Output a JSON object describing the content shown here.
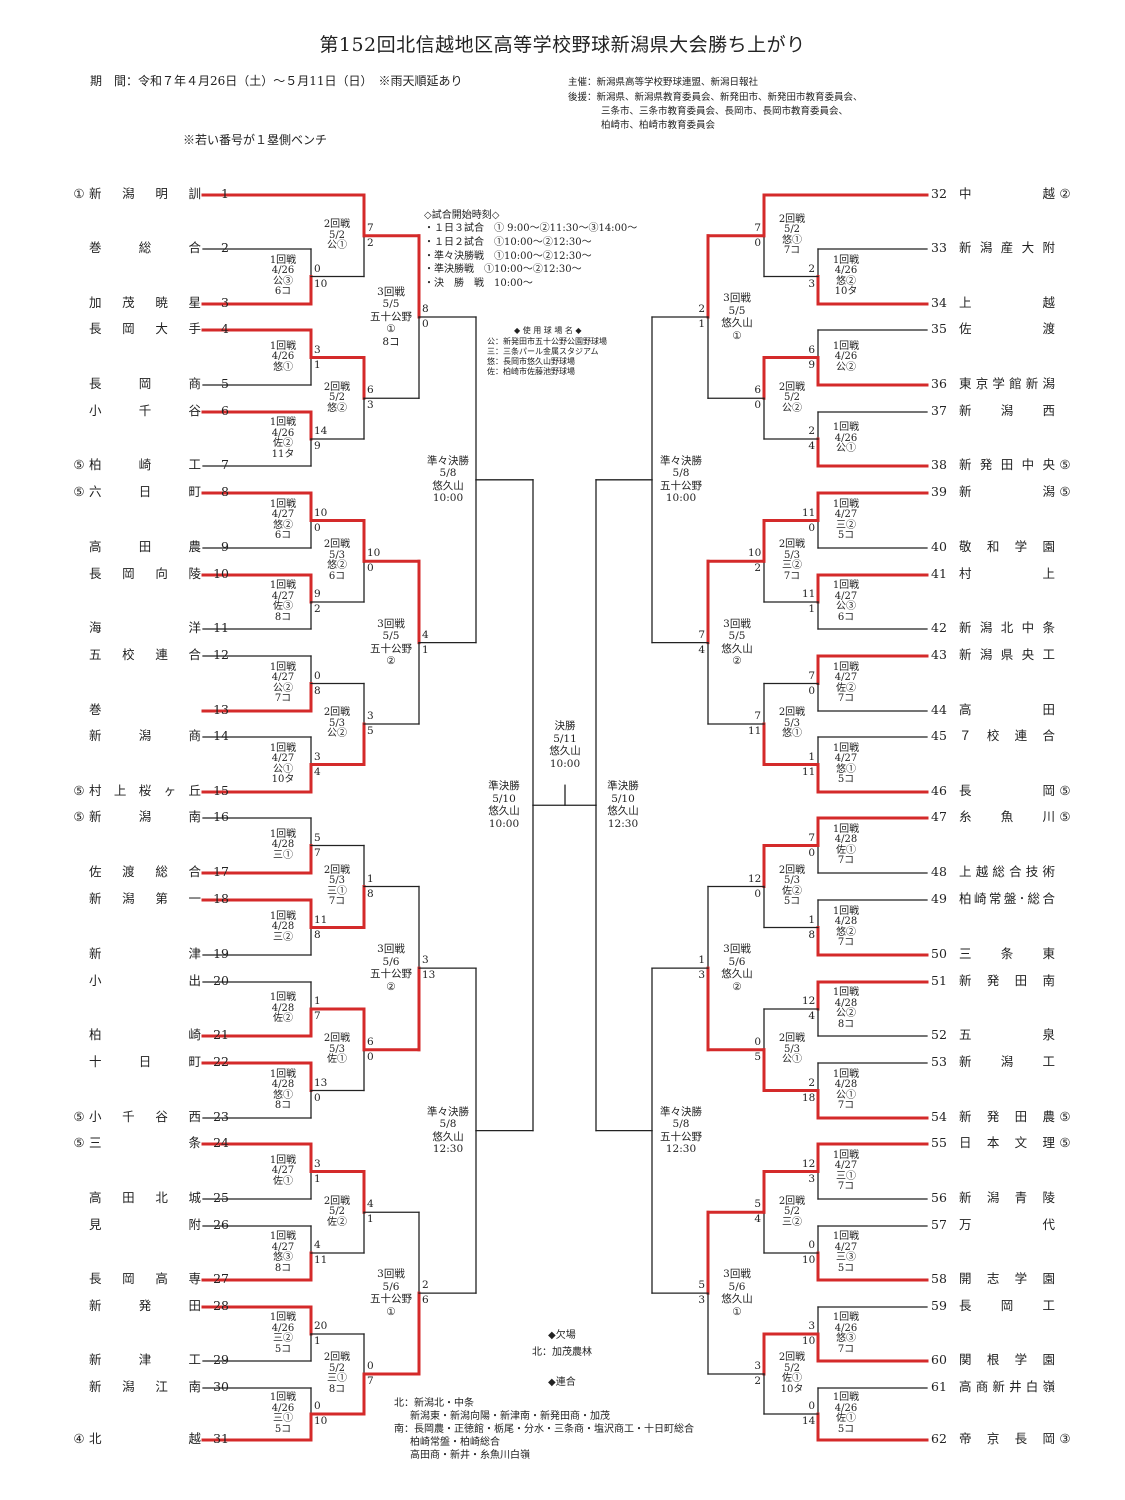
{
  "title": "第152回北信越地区高等学校野球新潟県大会勝ち上がり",
  "period": "期　間：令和７年４月26日（土）～５月11日（日）　※雨天順延あり",
  "organizers": {
    "sponsor": "主催：新潟県高等学校野球連盟、新潟日報社",
    "support1": "後援：新潟県、新潟県教育委員会、新発田市、新発田市教育委員会、",
    "support2": "三条市、三条市教育委員会、長岡市、長岡市教育委員会、",
    "support3": "柏崎市、柏崎市教育委員会"
  },
  "bench_note": "※若い番号が１塁側ベンチ",
  "start_times": {
    "title": "◇試合開始時刻◇",
    "l1": "・１日３試合　① 9:00～②11:30～③14:00～",
    "l2": "・１日２試合　①10:00～②12:30～",
    "l3": "・準々決勝戦　①10:00～②12:30～",
    "l4": "・準決勝戦　①10:00～②12:30～",
    "l5": "・決　勝　戦　10:00～"
  },
  "venues": {
    "title": "◆ 使 用 球 場 名 ◆",
    "v1": "公：新発田市五十公野公園野球場",
    "v2": "三：三条パール金属スタジアム",
    "v3": "悠：長岡市悠久山野球場",
    "v4": "佐：柏崎市佐藤池野球場"
  },
  "absent": {
    "title": "◆欠場",
    "text": "北：加茂農林"
  },
  "combined": {
    "title": "◆連合",
    "l1": "北：新潟北・中条",
    "l2": "新潟東・新潟向陽・新津南・新発田商・加茂",
    "l3": "南：長岡農・正徳館・栃尾・分水・三条商・塩沢商工・十日町総合",
    "l4": "柏崎常盤・柏崎総合",
    "l5": "高田商・新井・糸魚川白嶺"
  },
  "teams_left": [
    {
      "seed": "①",
      "name": "新潟明訓",
      "no": "1"
    },
    {
      "seed": "",
      "name": "巻総合",
      "no": "2"
    },
    {
      "seed": "",
      "name": "加茂暁星",
      "no": "3"
    },
    {
      "seed": "",
      "name": "長岡大手",
      "no": "4"
    },
    {
      "seed": "",
      "name": "長岡商",
      "no": "5"
    },
    {
      "seed": "",
      "name": "小千谷",
      "no": "6"
    },
    {
      "seed": "⑤",
      "name": "柏崎工",
      "no": "7"
    },
    {
      "seed": "⑤",
      "name": "六日町",
      "no": "8"
    },
    {
      "seed": "",
      "name": "高田農",
      "no": "9"
    },
    {
      "seed": "",
      "name": "長岡向陵",
      "no": "10"
    },
    {
      "seed": "",
      "name": "海洋",
      "no": "11"
    },
    {
      "seed": "",
      "name": "五校連合",
      "no": "12"
    },
    {
      "seed": "",
      "name": "巻",
      "no": "13"
    },
    {
      "seed": "",
      "name": "新潟商",
      "no": "14"
    },
    {
      "seed": "⑤",
      "name": "村上桜ヶ丘",
      "no": "15"
    },
    {
      "seed": "⑤",
      "name": "新潟南",
      "no": "16"
    },
    {
      "seed": "",
      "name": "佐渡総合",
      "no": "17"
    },
    {
      "seed": "",
      "name": "新潟第一",
      "no": "18"
    },
    {
      "seed": "",
      "name": "新津",
      "no": "19"
    },
    {
      "seed": "",
      "name": "小出",
      "no": "20"
    },
    {
      "seed": "",
      "name": "柏崎",
      "no": "21"
    },
    {
      "seed": "",
      "name": "十日町",
      "no": "22"
    },
    {
      "seed": "⑤",
      "name": "小千谷西",
      "no": "23"
    },
    {
      "seed": "⑤",
      "name": "三条",
      "no": "24"
    },
    {
      "seed": "",
      "name": "高田北城",
      "no": "25"
    },
    {
      "seed": "",
      "name": "見附",
      "no": "26"
    },
    {
      "seed": "",
      "name": "長岡高専",
      "no": "27"
    },
    {
      "seed": "",
      "name": "新発田",
      "no": "28"
    },
    {
      "seed": "",
      "name": "新津工",
      "no": "29"
    },
    {
      "seed": "",
      "name": "新潟江南",
      "no": "30"
    },
    {
      "seed": "④",
      "name": "北越",
      "no": "31"
    }
  ],
  "teams_right": [
    {
      "no": "32",
      "name": "中越",
      "seed": "②"
    },
    {
      "no": "33",
      "name": "新潟産大附",
      "seed": ""
    },
    {
      "no": "34",
      "name": "上越",
      "seed": ""
    },
    {
      "no": "35",
      "name": "佐渡",
      "seed": ""
    },
    {
      "no": "36",
      "name": "東京学館新潟",
      "seed": ""
    },
    {
      "no": "37",
      "name": "新潟西",
      "seed": ""
    },
    {
      "no": "38",
      "name": "新発田中央",
      "seed": "⑤"
    },
    {
      "no": "39",
      "name": "新潟",
      "seed": "⑤"
    },
    {
      "no": "40",
      "name": "敬和学園",
      "seed": ""
    },
    {
      "no": "41",
      "name": "村上",
      "seed": ""
    },
    {
      "no": "42",
      "name": "新潟北中条",
      "seed": ""
    },
    {
      "no": "43",
      "name": "新潟県央工",
      "seed": ""
    },
    {
      "no": "44",
      "name": "高田",
      "seed": ""
    },
    {
      "no": "45",
      "name": "７校連合",
      "seed": ""
    },
    {
      "no": "46",
      "name": "長岡",
      "seed": "⑤"
    },
    {
      "no": "47",
      "name": "糸魚川",
      "seed": "⑤"
    },
    {
      "no": "48",
      "name": "上越総合技術",
      "seed": ""
    },
    {
      "no": "49",
      "name": "柏崎常盤･総合",
      "seed": ""
    },
    {
      "no": "50",
      "name": "三条東",
      "seed": ""
    },
    {
      "no": "51",
      "name": "新発田南",
      "seed": ""
    },
    {
      "no": "52",
      "name": "五泉",
      "seed": ""
    },
    {
      "no": "53",
      "name": "新潟工",
      "seed": ""
    },
    {
      "no": "54",
      "name": "新発田農",
      "seed": "⑤"
    },
    {
      "no": "55",
      "name": "日本文理",
      "seed": "⑤"
    },
    {
      "no": "56",
      "name": "新潟青陵",
      "seed": ""
    },
    {
      "no": "57",
      "name": "万代",
      "seed": ""
    },
    {
      "no": "58",
      "name": "開志学園",
      "seed": ""
    },
    {
      "no": "59",
      "name": "長岡工",
      "seed": ""
    },
    {
      "no": "60",
      "name": "関根学園",
      "seed": ""
    },
    {
      "no": "61",
      "name": "高商新井白嶺",
      "seed": ""
    },
    {
      "no": "62",
      "name": "帝京長岡",
      "seed": "③"
    }
  ],
  "labels": {
    "L_r1_a": "1回戦\n4/26\n公③\n6コ",
    "L_r1_b": "1回戦\n4/26\n悠①",
    "L_r1_c": "1回戦\n4/26\n佐②\n11タ",
    "L_r1_d": "1回戦\n4/27\n悠②\n6コ",
    "L_r1_e": "1回戦\n4/27\n佐③\n8コ",
    "L_r1_f": "1回戦\n4/27\n公②\n7コ",
    "L_r1_g": "1回戦\n4/27\n公①\n10タ",
    "L_r1_h": "1回戦\n4/28\n三①",
    "L_r1_i": "1回戦\n4/28\n三②",
    "L_r1_j": "1回戦\n4/28\n佐②",
    "L_r1_k": "1回戦\n4/28\n悠①\n8コ",
    "L_r1_l": "1回戦\n4/27\n佐①",
    "L_r1_m": "1回戦\n4/27\n悠③\n8コ",
    "L_r1_n": "1回戦\n4/26\n三②\n5コ",
    "L_r1_o": "1回戦\n4/26\n三①\n5コ",
    "L_r2_a": "2回戦\n5/2\n公①",
    "L_r2_b": "2回戦\n5/2\n悠②",
    "L_r2_c": "2回戦\n5/3\n悠②\n6コ",
    "L_r2_d": "2回戦\n5/3\n公②",
    "L_r2_e": "2回戦\n5/3\n三①\n7コ",
    "L_r2_f": "2回戦\n5/3\n佐①",
    "L_r2_g": "2回戦\n5/2\n佐②",
    "L_r2_h": "2回戦\n5/2\n三①\n8コ",
    "L_r3_a": "3回戦\n5/5\n五十公野\n①\n8コ",
    "L_r3_b": "3回戦\n5/5\n五十公野\n②",
    "L_r3_c": "3回戦\n5/6\n五十公野\n②",
    "L_r3_d": "3回戦\n5/6\n五十公野\n①",
    "L_qf_a": "準々決勝\n5/8\n悠久山\n10:00",
    "L_qf_b": "準々決勝\n5/8\n悠久山\n12:30",
    "L_sf": "準決勝\n5/10\n悠久山\n10:00",
    "final": "決勝\n5/11\n悠久山\n10:00",
    "R_sf": "準決勝\n5/10\n悠久山\n12:30",
    "R_qf_a": "準々決勝\n5/8\n五十公野\n10:00",
    "R_qf_b": "準々決勝\n5/8\n五十公野\n12:30",
    "R_r3_a": "3回戦\n5/5\n悠久山\n①",
    "R_r3_b": "3回戦\n5/5\n悠久山\n②",
    "R_r3_c": "3回戦\n5/6\n悠久山\n②",
    "R_r3_d": "3回戦\n5/6\n悠久山\n①",
    "R_r2_a": "2回戦\n5/2\n悠①\n7コ",
    "R_r2_b": "2回戦\n5/2\n公②",
    "R_r2_c": "2回戦\n5/3\n三②\n7コ",
    "R_r2_d": "2回戦\n5/3\n悠①",
    "R_r2_e": "2回戦\n5/3\n佐②\n5コ",
    "R_r2_f": "2回戦\n5/3\n公①",
    "R_r2_g": "2回戦\n5/2\n三②",
    "R_r2_h": "2回戦\n5/2\n佐①\n10タ",
    "R_r1_a": "1回戦\n4/26\n悠②\n10タ",
    "R_r1_b": "1回戦\n4/26\n公②",
    "R_r1_c": "1回戦\n4/26\n公①",
    "R_r1_d": "1回戦\n4/27\n三②\n5コ",
    "R_r1_e": "1回戦\n4/27\n公③\n6コ",
    "R_r1_f": "1回戦\n4/27\n佐②\n7コ",
    "R_r1_g": "1回戦\n4/27\n悠①\n5コ",
    "R_r1_h": "1回戦\n4/28\n佐①\n7コ",
    "R_r1_i": "1回戦\n4/28\n悠②\n7コ",
    "R_r1_j": "1回戦\n4/28\n公②\n8コ",
    "R_r1_k": "1回戦\n4/28\n公①\n7コ",
    "R_r1_l": "1回戦\n4/27\n三①\n7コ",
    "R_r1_m": "1回戦\n4/27\n三③\n5コ",
    "R_r1_n": "1回戦\n4/26\n悠③\n7コ",
    "R_r1_o": "1回戦\n4/26\n佐①\n5コ"
  },
  "scores": {
    "L_r1_a": [
      "0",
      "10"
    ],
    "L_r1_b": [
      "3",
      "1"
    ],
    "L_r1_c": [
      "14",
      "9"
    ],
    "L_r1_d": [
      "10",
      "0"
    ],
    "L_r1_e": [
      "9",
      "2"
    ],
    "L_r1_f": [
      "0",
      "8"
    ],
    "L_r1_g": [
      "3",
      "4"
    ],
    "L_r1_h": [
      "5",
      "7"
    ],
    "L_r1_i": [
      "11",
      "8"
    ],
    "L_r1_j": [
      "1",
      "7"
    ],
    "L_r1_k": [
      "13",
      "0"
    ],
    "L_r1_l": [
      "3",
      "1"
    ],
    "L_r1_m": [
      "4",
      "11"
    ],
    "L_r1_n": [
      "20",
      "1"
    ],
    "L_r1_o": [
      "0",
      "10"
    ],
    "L_r2_a": [
      "7",
      "2"
    ],
    "L_r2_b": [
      "6",
      "3"
    ],
    "L_r2_c": [
      "10",
      "0"
    ],
    "L_r2_d": [
      "3",
      "5"
    ],
    "L_r2_e": [
      "1",
      "8"
    ],
    "L_r2_f": [
      "6",
      "0"
    ],
    "L_r2_g": [
      "4",
      "1"
    ],
    "L_r2_h": [
      "0",
      "7"
    ],
    "L_r3_a": [
      "8",
      "0"
    ],
    "L_r3_b": [
      "4",
      "1"
    ],
    "L_r3_c": [
      "3",
      "13"
    ],
    "L_r3_d": [
      "2",
      "6"
    ],
    "R_r2_a": [
      "7",
      "0"
    ],
    "R_r2_b": [
      "6",
      "0"
    ],
    "R_r2_c": [
      "10",
      "2"
    ],
    "R_r2_d": [
      "7",
      "11"
    ],
    "R_r2_e": [
      "12",
      "0"
    ],
    "R_r2_f": [
      "0",
      "5"
    ],
    "R_r2_g": [
      "5",
      "4"
    ],
    "R_r2_h": [
      "3",
      "2"
    ],
    "R_r1_a": [
      "2",
      "3"
    ],
    "R_r1_b": [
      "6",
      "9"
    ],
    "R_r1_c": [
      "2",
      "4"
    ],
    "R_r1_d": [
      "11",
      "0"
    ],
    "R_r1_e": [
      "11",
      "1"
    ],
    "R_r1_f": [
      "7",
      "0"
    ],
    "R_r1_g": [
      "1",
      "11"
    ],
    "R_r1_h": [
      "7",
      "0"
    ],
    "R_r1_i": [
      "1",
      "8"
    ],
    "R_r1_j": [
      "12",
      "4"
    ],
    "R_r1_k": [
      "2",
      "18"
    ],
    "R_r1_l": [
      "12",
      "3"
    ],
    "R_r1_m": [
      "0",
      "10"
    ],
    "R_r1_n": [
      "3",
      "10"
    ],
    "R_r1_o": [
      "0",
      "14"
    ],
    "R_r3_a": [
      "2",
      "1"
    ],
    "R_r3_b": [
      "7",
      "4"
    ],
    "R_r3_c": [
      "1",
      "3"
    ],
    "R_r3_d": [
      "5",
      "3"
    ]
  },
  "colors": {
    "winner_line": "#d42a2a",
    "line": "#222222"
  }
}
